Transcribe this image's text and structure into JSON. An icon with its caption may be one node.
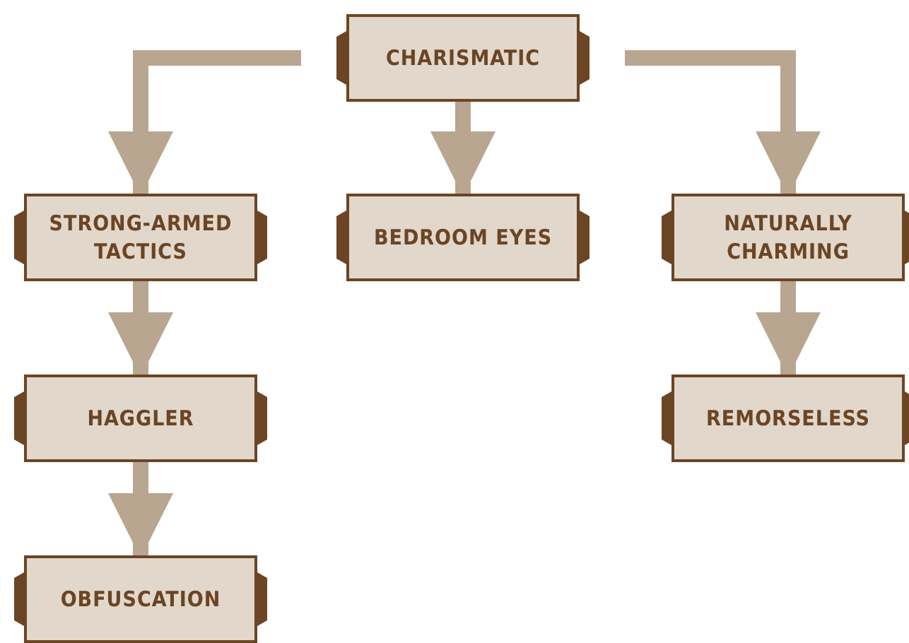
{
  "diagram": {
    "nodes": [
      {
        "text": [
          "CHARISMATIC"
        ]
      },
      {
        "text": [
          "STRONG-ARMED TACTICS"
        ]
      },
      {
        "text": [
          "BEDROOM EYES"
        ]
      },
      {
        "text": [
          "NATURALLY CHARMING"
        ]
      },
      {
        "text": [
          "HAGGLER"
        ]
      },
      {
        "text": [
          "REMORSELESS"
        ]
      },
      {
        "text": [
          "OBFUSCATION"
        ]
      }
    ],
    "edges": [
      {
        "from": 0,
        "to": 1,
        "arrow": "to"
      },
      {
        "from": 0,
        "to": 2,
        "arrow": "to"
      },
      {
        "from": 0,
        "to": 3,
        "arrow": "to"
      },
      {
        "from": 1,
        "to": 4,
        "arrow": "to"
      },
      {
        "from": 4,
        "to": 6,
        "arrow": "to"
      },
      {
        "from": 3,
        "to": 5,
        "arrow": "to"
      }
    ]
  }
}
